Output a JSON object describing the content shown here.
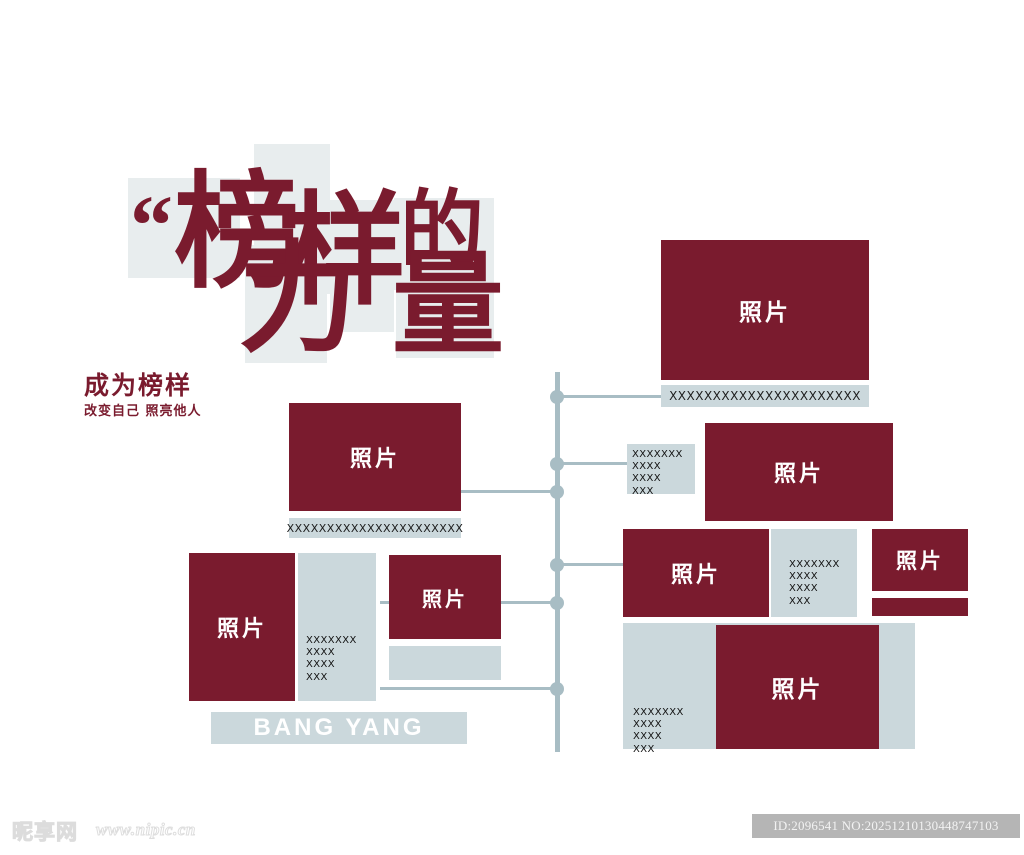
{
  "poster": {
    "title_characters": [
      "榜",
      "样",
      "的",
      "力",
      "量"
    ],
    "quote_mark": "“",
    "subtitle_main": "成为榜样",
    "subtitle_secondary": "改变自己 照亮他人",
    "brand_latin": "BANG YANG"
  },
  "labels": {
    "photo": "照片"
  },
  "captions": {
    "long": "XXXXXXXXXXXXXXXXXXXXXX"
  },
  "textblocks": {
    "lines": [
      "XXXXXXX",
      "XXXX",
      "XXXX",
      "XXX"
    ]
  },
  "photos": [
    {
      "id": "photo-top-right",
      "label": "照片"
    },
    {
      "id": "photo-mid-left",
      "label": "照片"
    },
    {
      "id": "photo-right-second",
      "label": "照片"
    },
    {
      "id": "photo-bottom-left",
      "label": "照片"
    },
    {
      "id": "photo-small-center",
      "label": "照片"
    },
    {
      "id": "photo-right-third",
      "label": "照片"
    },
    {
      "id": "photo-far-right",
      "label": "照片"
    },
    {
      "id": "photo-bottom-right",
      "label": "照片"
    }
  ],
  "colors": {
    "accent_red": "#7a1b2e",
    "panel_blue": "#cbd8dc",
    "title_bg": "#e8edee",
    "timeline": "#a8bdc4",
    "background": "#ffffff"
  },
  "footer": {
    "watermark_logo": "昵享网",
    "watermark_url": "www.nipic.cn",
    "id_badge": "ID:2096541 NO:20251210130448747103"
  }
}
